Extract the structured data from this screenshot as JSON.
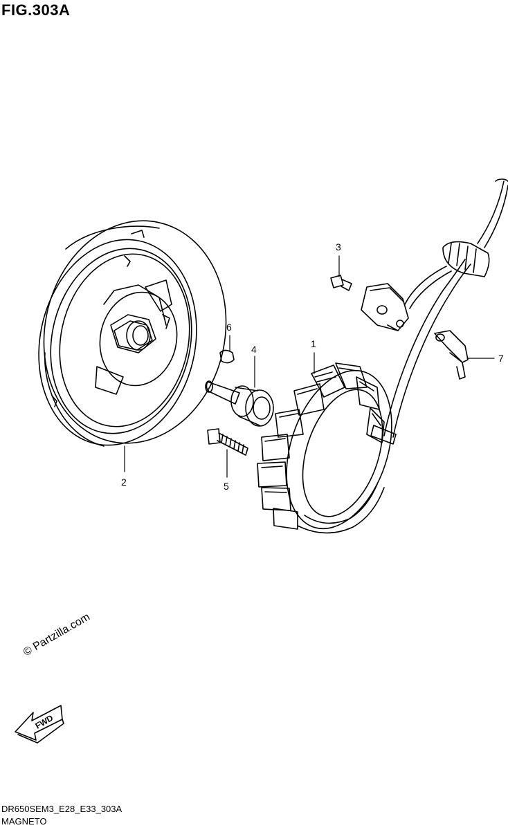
{
  "figure": {
    "title": "FIG.303A",
    "watermark": "© Partzilla.com",
    "fwd_label": "FWD",
    "code": "DR650SEM3_E28_E33_303A",
    "name": "MAGNETO"
  },
  "callouts": [
    {
      "id": "1",
      "part": "stator"
    },
    {
      "id": "2",
      "part": "rotor"
    },
    {
      "id": "3",
      "part": "screw"
    },
    {
      "id": "4",
      "part": "bolt"
    },
    {
      "id": "5",
      "part": "screw"
    },
    {
      "id": "6",
      "part": "key"
    },
    {
      "id": "7",
      "part": "clamp"
    }
  ]
}
